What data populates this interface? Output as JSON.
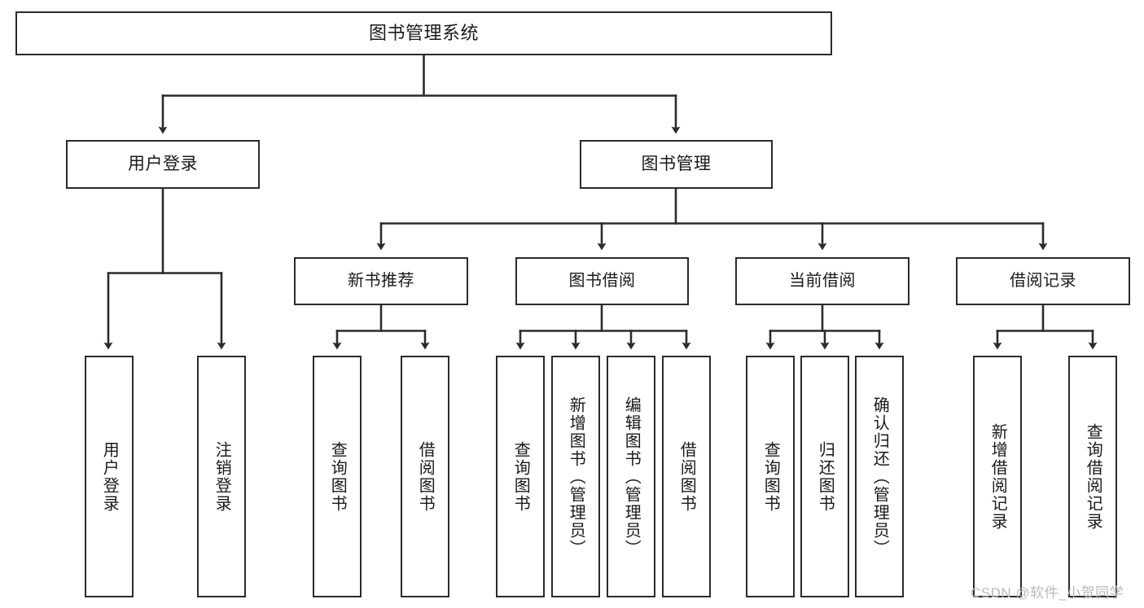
{
  "diagram": {
    "title": "图书管理系统",
    "type": "hierarchy-tree",
    "root": {
      "id": "root",
      "label": "图书管理系统"
    },
    "level1": [
      {
        "id": "user-login",
        "label": "用户登录"
      },
      {
        "id": "book-manage",
        "label": "图书管理"
      }
    ],
    "level2": [
      {
        "id": "new-book-recommend",
        "label": "新书推荐"
      },
      {
        "id": "book-borrow",
        "label": "图书借阅"
      },
      {
        "id": "current-borrow",
        "label": "当前借阅"
      },
      {
        "id": "borrow-record",
        "label": "借阅记录"
      }
    ],
    "leaves": [
      {
        "id": "leaf-user-login",
        "label": "用户登录",
        "parent": "user-login"
      },
      {
        "id": "leaf-logout",
        "label": "注销登录",
        "parent": "user-login"
      },
      {
        "id": "leaf-query-book-1",
        "label": "查询图书",
        "parent": "new-book-recommend"
      },
      {
        "id": "leaf-borrow-book-1",
        "label": "借阅图书",
        "parent": "new-book-recommend"
      },
      {
        "id": "leaf-query-book-2",
        "label": "查询图书",
        "parent": "book-borrow"
      },
      {
        "id": "leaf-add-book",
        "label": "新增图书（管理员）",
        "parent": "book-borrow"
      },
      {
        "id": "leaf-edit-book",
        "label": "编辑图书（管理员）",
        "parent": "book-borrow"
      },
      {
        "id": "leaf-borrow-book-2",
        "label": "借阅图书",
        "parent": "book-borrow"
      },
      {
        "id": "leaf-query-book-3",
        "label": "查询图书",
        "parent": "current-borrow"
      },
      {
        "id": "leaf-return-book",
        "label": "归还图书",
        "parent": "current-borrow"
      },
      {
        "id": "leaf-confirm-return",
        "label": "确认归还（管理员）",
        "parent": "current-borrow"
      },
      {
        "id": "leaf-add-record",
        "label": "新增借阅记录",
        "parent": "borrow-record"
      },
      {
        "id": "leaf-query-record",
        "label": "查询借阅记录",
        "parent": "borrow-record"
      }
    ],
    "colors": {
      "box_border": "#2b2b2b",
      "box_fill": "#ffffff",
      "connector": "#2b2b2b",
      "text": "#1a1a1a",
      "watermark": "#b9b9b9",
      "background": "#ffffff"
    }
  },
  "watermark": {
    "text": "CSDN @软件_小贺同学"
  }
}
